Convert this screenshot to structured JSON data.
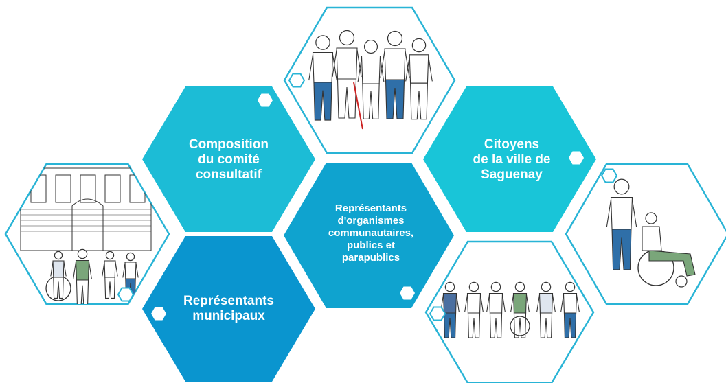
{
  "diagram": {
    "colors": {
      "turquoise": "#1cbcd6",
      "cyan": "#19c5d8",
      "mid_blue": "#0fa3cf",
      "deep_blue": "#0a95cf",
      "outline": "#29b4d6",
      "sketch_ink": "#333333",
      "jeans": "#2f6fa8",
      "green_top": "#7aa67a"
    },
    "hexagons": [
      {
        "id": "composition",
        "label": "Composition\ndu comité\nconsultatif",
        "color_key": "turquoise"
      },
      {
        "id": "citoyens",
        "label": "Citoyens\nde la ville de\nSaguenay",
        "color_key": "cyan"
      },
      {
        "id": "organismes",
        "label": "Représentants\nd'organismes\ncommunautaires,\npublics et\nparapublics",
        "color_key": "mid_blue"
      },
      {
        "id": "municipaux",
        "label": "Représentants\nmunicipaux",
        "color_key": "deep_blue"
      }
    ],
    "image_hexagons": [
      {
        "id": "group-walking",
        "icon": "people-walking-illustration"
      },
      {
        "id": "building-entrance",
        "icon": "building-wheelchair-illustration"
      },
      {
        "id": "wheelchair-push",
        "icon": "wheelchair-helper-illustration"
      },
      {
        "id": "diverse-group",
        "icon": "diverse-group-illustration"
      }
    ]
  }
}
